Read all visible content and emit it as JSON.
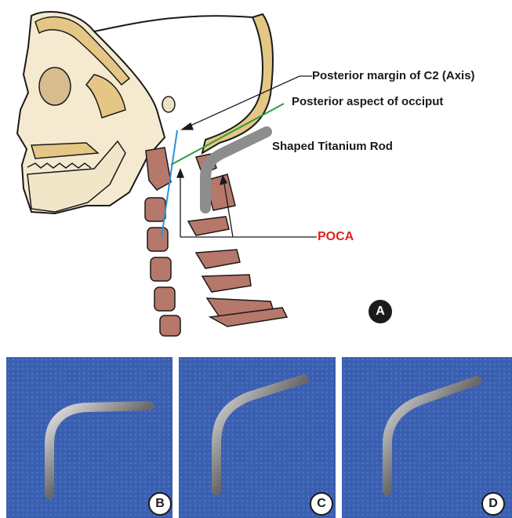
{
  "panels": {
    "a": {
      "badge": "A",
      "labels": {
        "c2_margin": "Posterior margin of C2 (Axis)",
        "occiput": "Posterior aspect of occiput",
        "rod": "Shaped Titanium Rod",
        "poca": "POCA"
      },
      "colors": {
        "bone": "#e5c785",
        "skull_fill": "#f5ead0",
        "vertebra": "#b6786a",
        "rod": "#8d8d8d",
        "c2_line": "#2f8fd8",
        "occiput_line": "#2e9b3e",
        "poca_label": "#e2231a"
      }
    },
    "b": {
      "badge": "B"
    },
    "c": {
      "badge": "C"
    },
    "d": {
      "badge": "D"
    }
  },
  "photo_background": "#3a5fb0",
  "icons": [
    "skull-illustration",
    "cervical-spine-illustration",
    "titanium-rod-photo"
  ]
}
